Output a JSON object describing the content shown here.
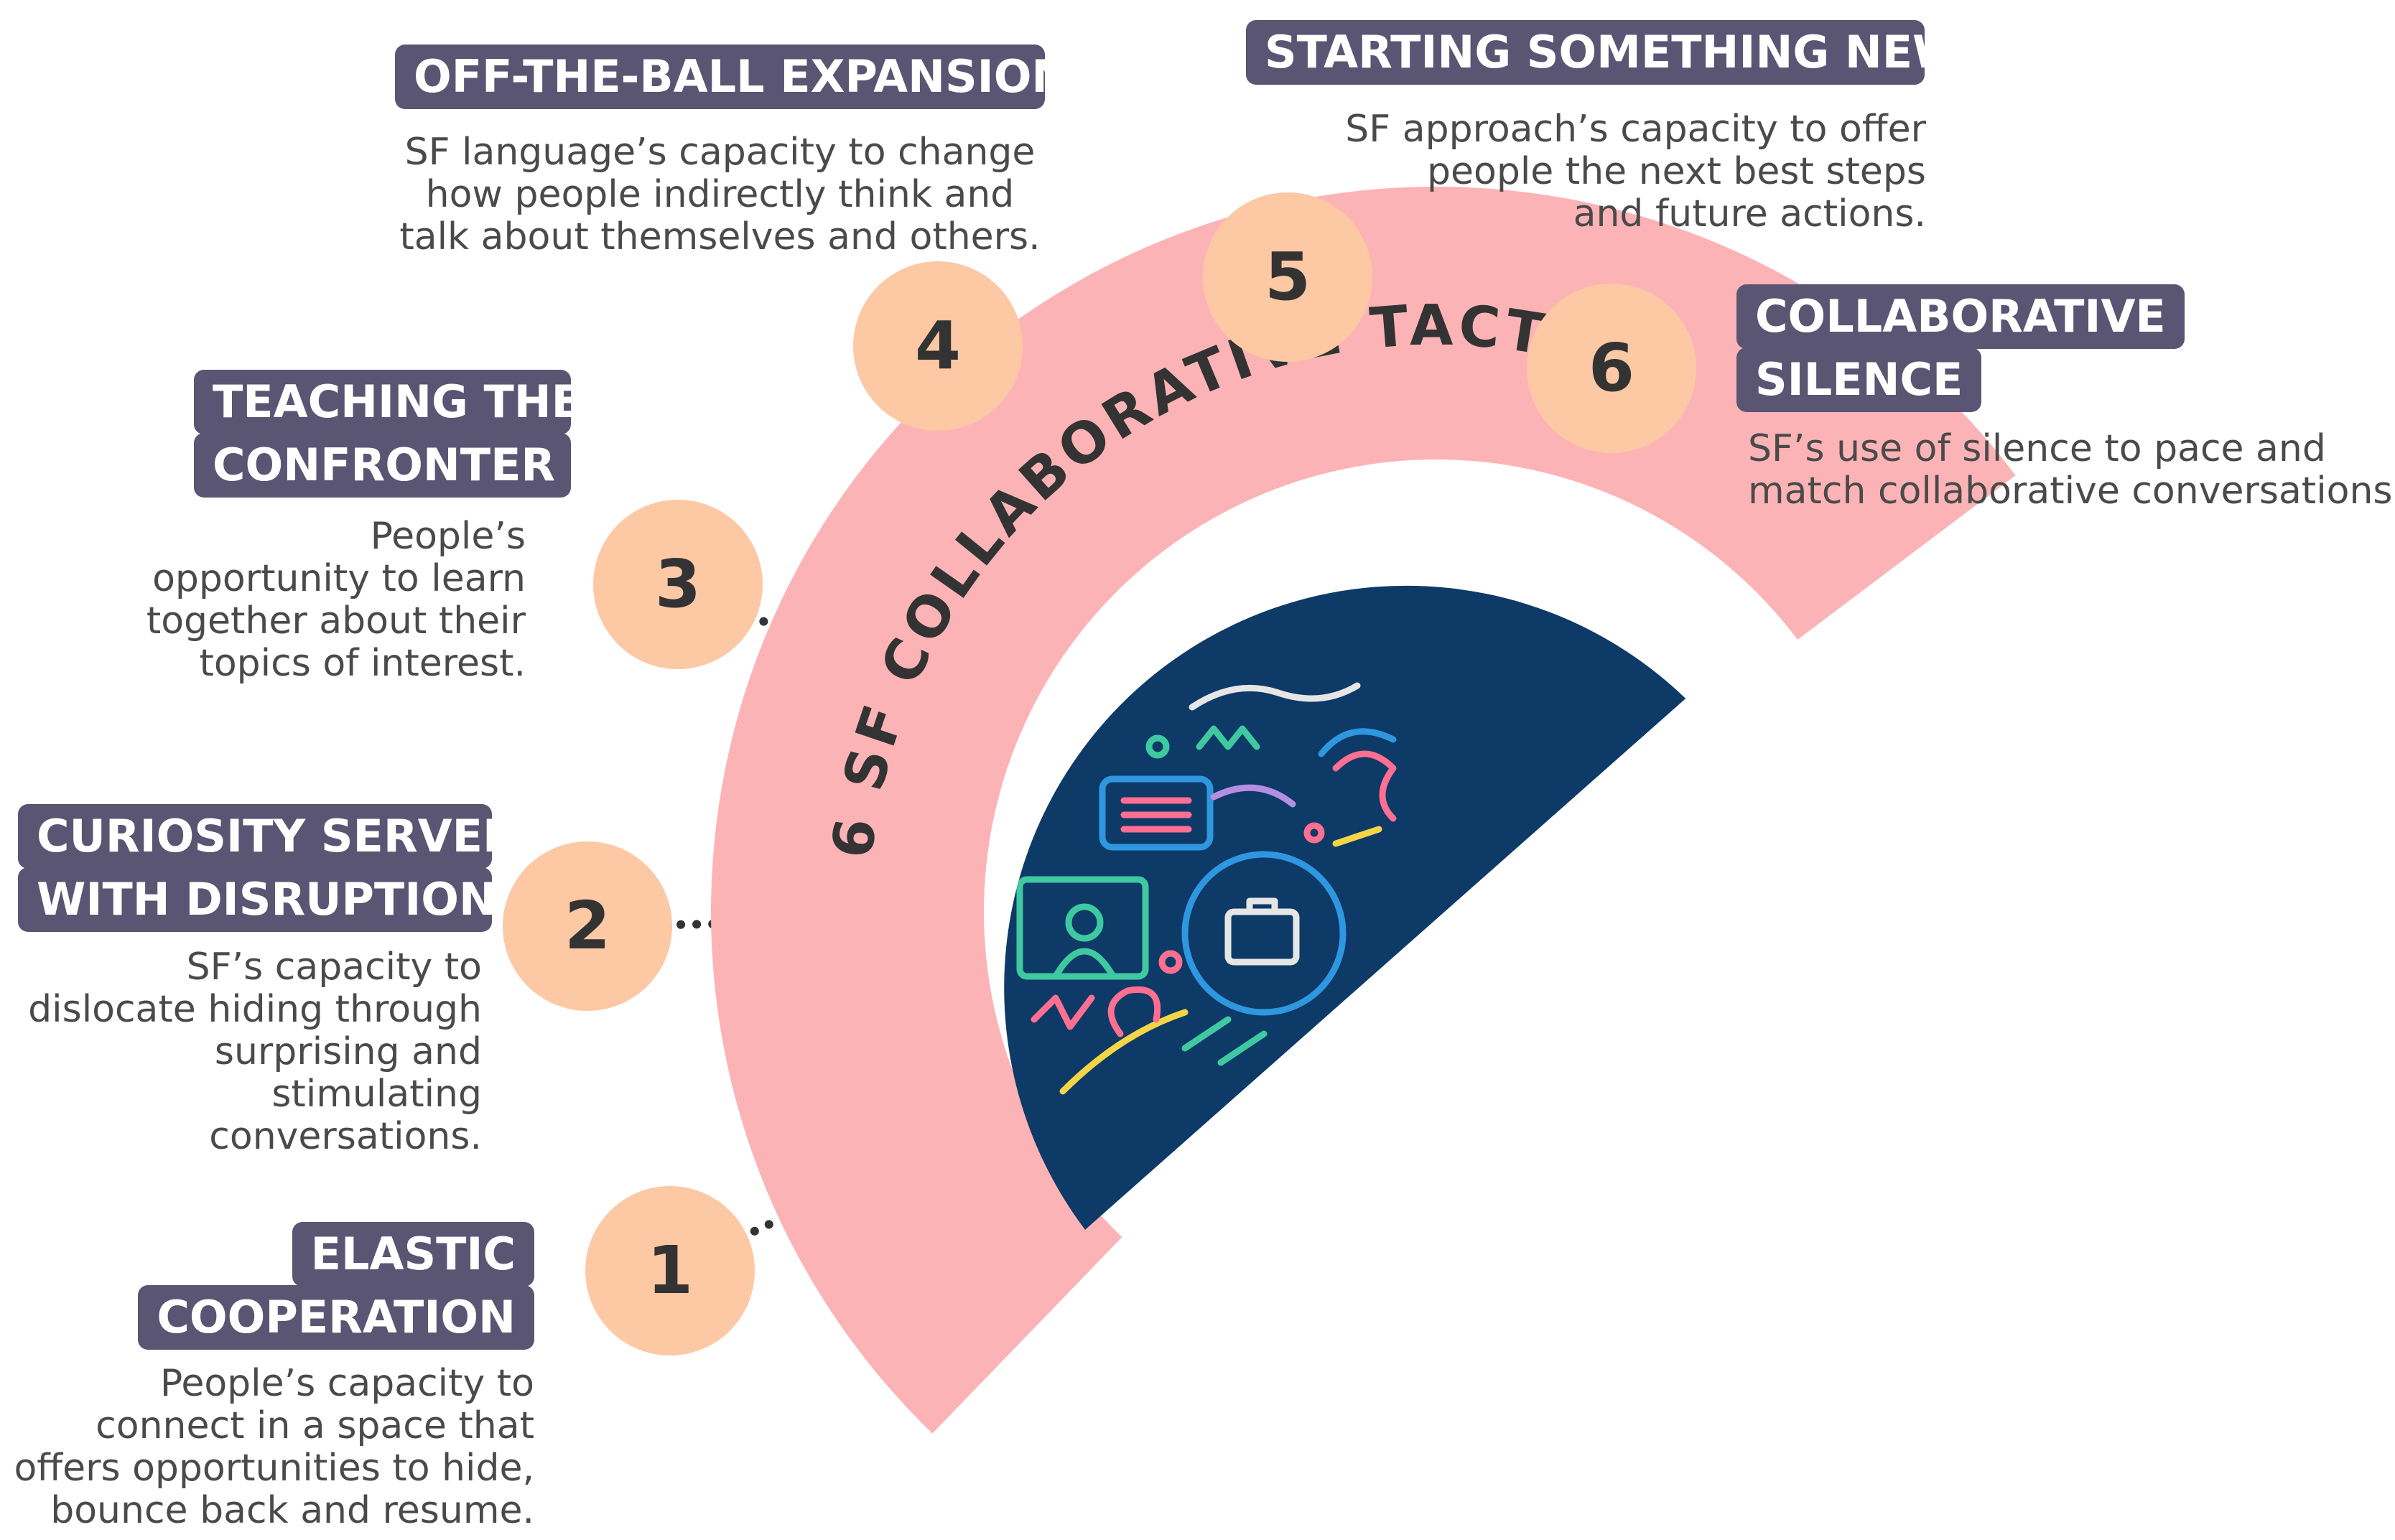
{
  "wheel": {
    "arc_title": "6 SF COLLABORATIVE TACTICS"
  },
  "colors": {
    "band": "#fcb3b6",
    "number_circle": "#fdc8a4",
    "title_box": "#5b5574",
    "hub": "#0d3a66"
  },
  "tactics": [
    {
      "number": "1",
      "title_lines": [
        "ELASTIC",
        "COOPERATION"
      ],
      "description_lines": [
        "People’s capacity to",
        "connect in a space that",
        "offers opportunities to hide,",
        "bounce back and resume."
      ]
    },
    {
      "number": "2",
      "title_lines": [
        "CURIOSITY SERVED",
        "WITH DISRUPTION"
      ],
      "description_lines": [
        "SF’s capacity to",
        "dislocate hiding through",
        "surprising and",
        "stimulating",
        "conversations."
      ]
    },
    {
      "number": "3",
      "title_lines": [
        "TEACHING THE",
        "CONFRONTER"
      ],
      "description_lines": [
        "People’s",
        "opportunity to learn",
        "together about their",
        "topics of interest."
      ]
    },
    {
      "number": "4",
      "title_lines": [
        "OFF-THE-BALL EXPANSION"
      ],
      "description_lines": [
        "SF language’s capacity to change",
        "how people indirectly think and",
        "talk about themselves and others."
      ]
    },
    {
      "number": "5",
      "title_lines": [
        "STARTING SOMETHING NEW"
      ],
      "description_lines": [
        "SF approach’s capacity to  offer",
        "people the next best  steps",
        "and future actions."
      ]
    },
    {
      "number": "6",
      "title_lines": [
        "COLLABORATIVE",
        "SILENCE"
      ],
      "description_lines": [
        "SF’s use of silence to pace and",
        "match collaborative conversations"
      ]
    }
  ]
}
